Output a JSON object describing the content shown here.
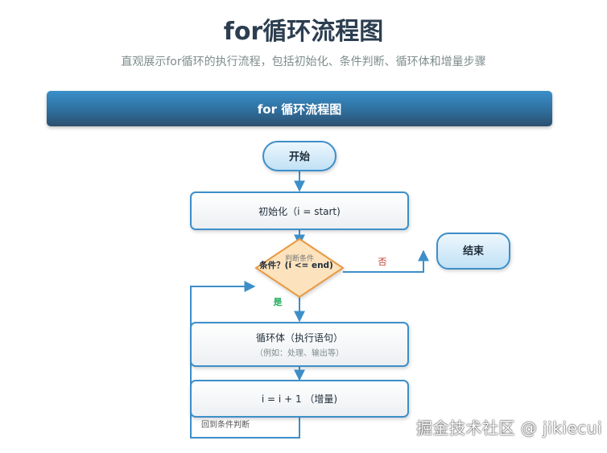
{
  "header": {
    "title": "for循环流程图",
    "subtitle": "直观展示for循环的执行流程，包括初始化、条件判断、循环体和增量步骤"
  },
  "banner": {
    "title": "for 循环流程图"
  },
  "nodes": {
    "start": "开始",
    "init": "初始化（i = start)",
    "condition": "条件？(i <= end)",
    "condition_caption": "判断条件",
    "end": "结束",
    "body": "循环体（执行语句）",
    "body_note": "（例如：处理、输出等）",
    "increment": "i = i + 1 （增量)"
  },
  "edges": {
    "no": "否",
    "yes": "是",
    "back": "回到条件判断"
  },
  "colors": {
    "flow": "#3d8fc9",
    "yes": "#27ae60",
    "no": "#c0392b",
    "diamond_fill": "#fde3bd",
    "diamond_stroke": "#e79a45"
  },
  "watermark": "掘金技术社区 @ jikiecui"
}
